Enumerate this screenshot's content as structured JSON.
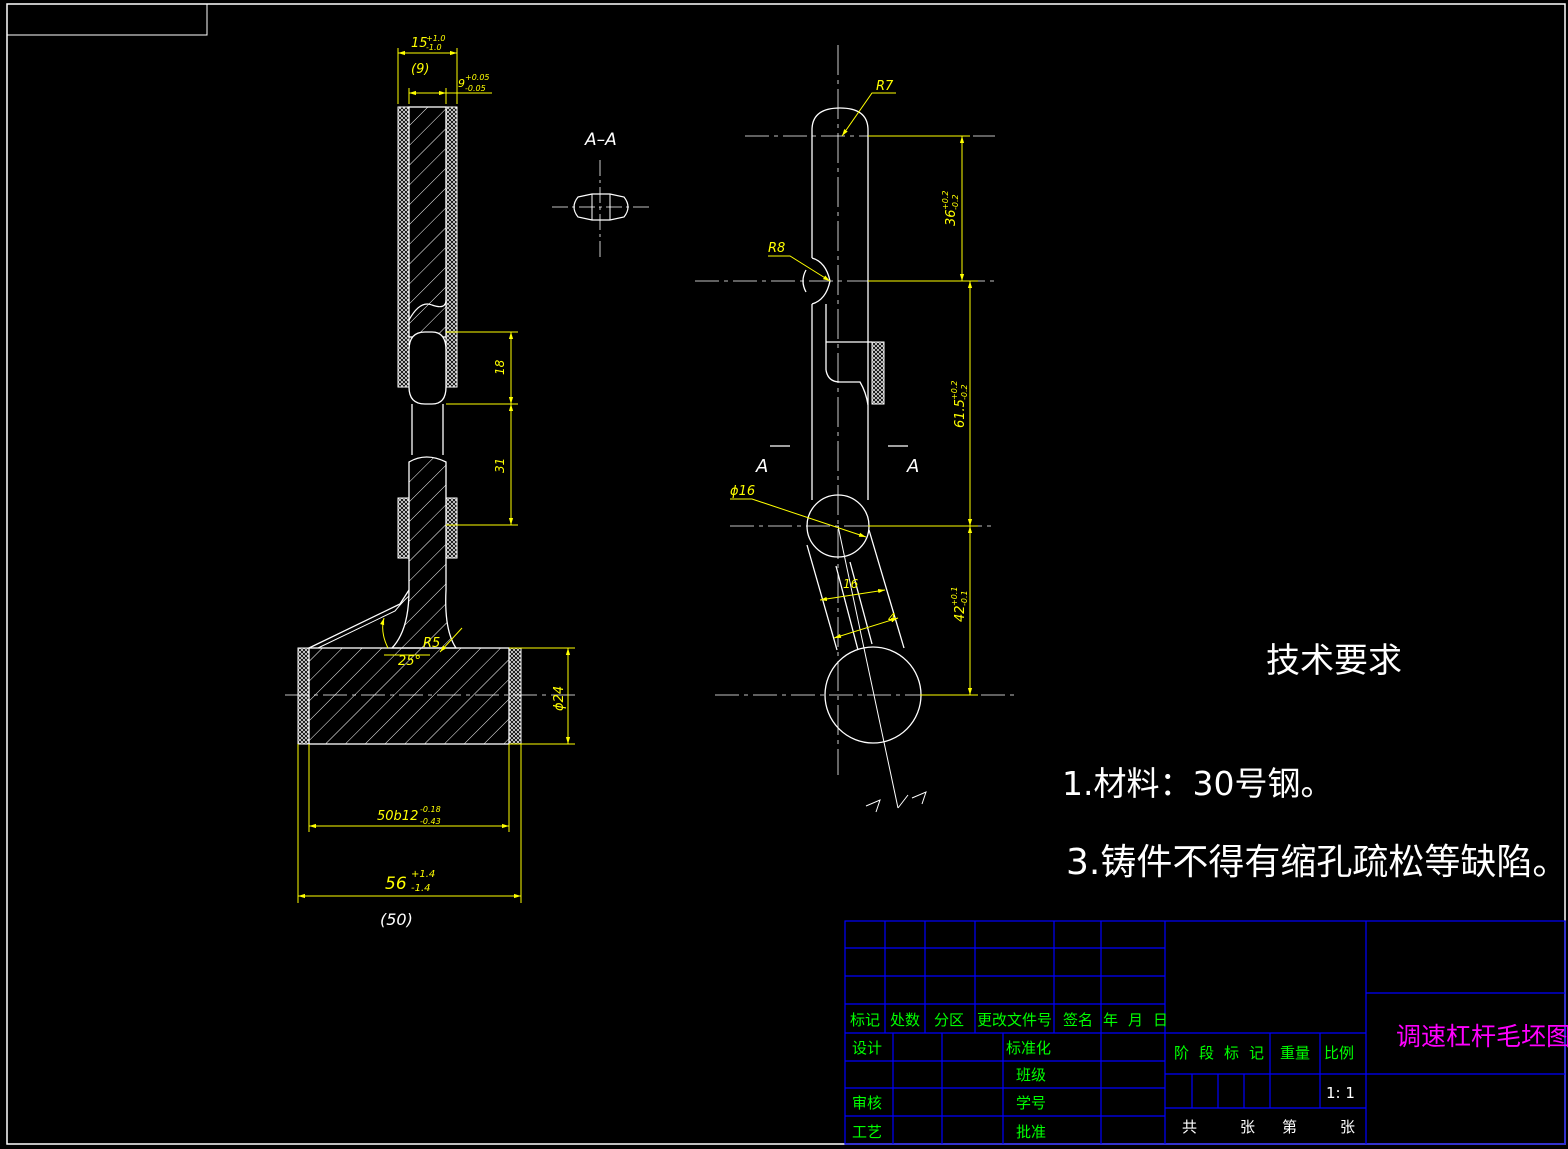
{
  "drawing": {
    "title": "调速杠杆毛坯图",
    "section_label": "A–A",
    "section_mark_left": "A",
    "section_mark_right": "A"
  },
  "front_view": {
    "dims": {
      "top_width": "15",
      "top_width_tol_up": "+1.0",
      "top_width_tol_low": "-1.0",
      "top_width_ref": "(9)",
      "slot_width": "9",
      "slot_tol_up": "+0.05",
      "slot_tol_low": "-0.05",
      "len_18": "18",
      "len_31": "31",
      "radius_r5": "R5",
      "angle": "25°",
      "hub_dia": "ϕ24",
      "hub_len": "50b12",
      "hub_len_tol_up": "-0.18",
      "hub_len_tol_low": "-0.43",
      "overall": "56",
      "overall_tol_up": "+1.4",
      "overall_tol_low": "-1.4",
      "overall_ref": "(50)"
    }
  },
  "side_view": {
    "dims": {
      "r7": "R7",
      "r8": "R8",
      "d36": "36",
      "d36_tol_up": "+0.2",
      "d36_tol_low": "-0.2",
      "d615": "61.5",
      "d615_tol_up": "+0.2",
      "d615_tol_low": "-0.2",
      "d42": "42",
      "d42_tol_up": "+0.1",
      "d42_tol_low": "-0.1",
      "dia16": "ϕ16",
      "w16": "16",
      "w4": "4"
    }
  },
  "notes": {
    "heading": "技术要求",
    "items": [
      "1.材料：30号钢。",
      "3.铸件不得有缩孔疏松等缺陷。"
    ]
  },
  "title_block": {
    "rev_headers": [
      "标记",
      "处数",
      "分区",
      "更改文件号",
      "签名",
      "年",
      "月",
      "日"
    ],
    "design": "设计",
    "standardize": "标准化",
    "class": "班级",
    "review": "审核",
    "student_id": "学号",
    "process": "工艺",
    "approve": "批准",
    "stage_headers": [
      "阶",
      "段",
      "标",
      "记",
      "重量",
      "比例"
    ],
    "scale": "1: 1",
    "sheet_total": "共",
    "sheet_unit1": "张",
    "sheet_no": "第",
    "sheet_unit2": "张"
  },
  "colors": {
    "background": "#000000",
    "outline": "#ffffff",
    "dimension": "#ffff00",
    "title_block_grid": "#0000ff",
    "title_block_text": "#00ff00",
    "title": "#ff00ff"
  }
}
